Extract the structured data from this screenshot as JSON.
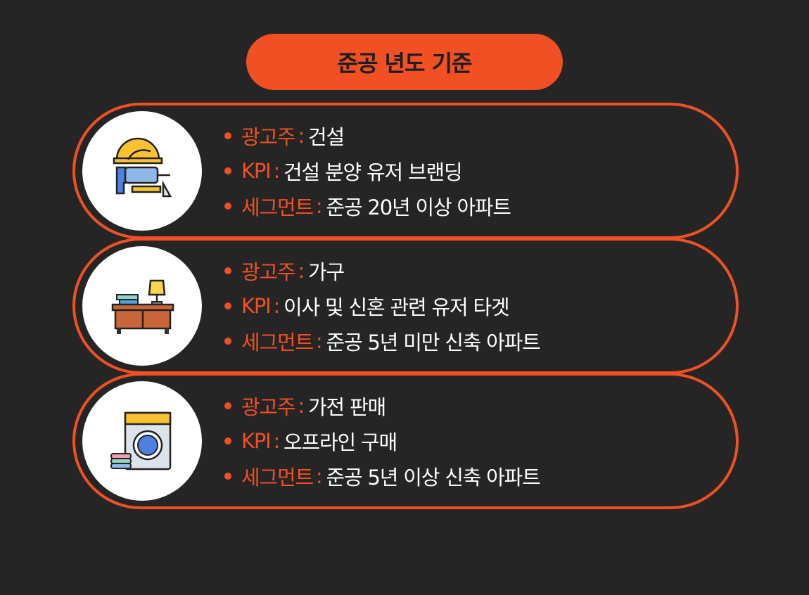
{
  "title": "준공 년도 기준",
  "colors": {
    "accent": "#f05023",
    "background": "#252525"
  },
  "cards": [
    {
      "icon": "construction-icon",
      "rows": [
        {
          "label": "광고주",
          "value": "건설"
        },
        {
          "label": "KPI",
          "value": "건설 분양 유저 브랜딩"
        },
        {
          "label": "세그먼트",
          "value": "준공 20년 이상 아파트"
        }
      ]
    },
    {
      "icon": "furniture-desk-icon",
      "rows": [
        {
          "label": "광고주",
          "value": "가구"
        },
        {
          "label": "KPI",
          "value": "이사 및 신혼 관련 유저 타겟"
        },
        {
          "label": "세그먼트",
          "value": "준공 5년 미만 신축 아파트"
        }
      ]
    },
    {
      "icon": "washing-machine-icon",
      "rows": [
        {
          "label": "광고주",
          "value": "가전 판매"
        },
        {
          "label": "KPI",
          "value": "오프라인 구매"
        },
        {
          "label": "세그먼트",
          "value": "준공 5년 이상 신축 아파트"
        }
      ]
    }
  ]
}
